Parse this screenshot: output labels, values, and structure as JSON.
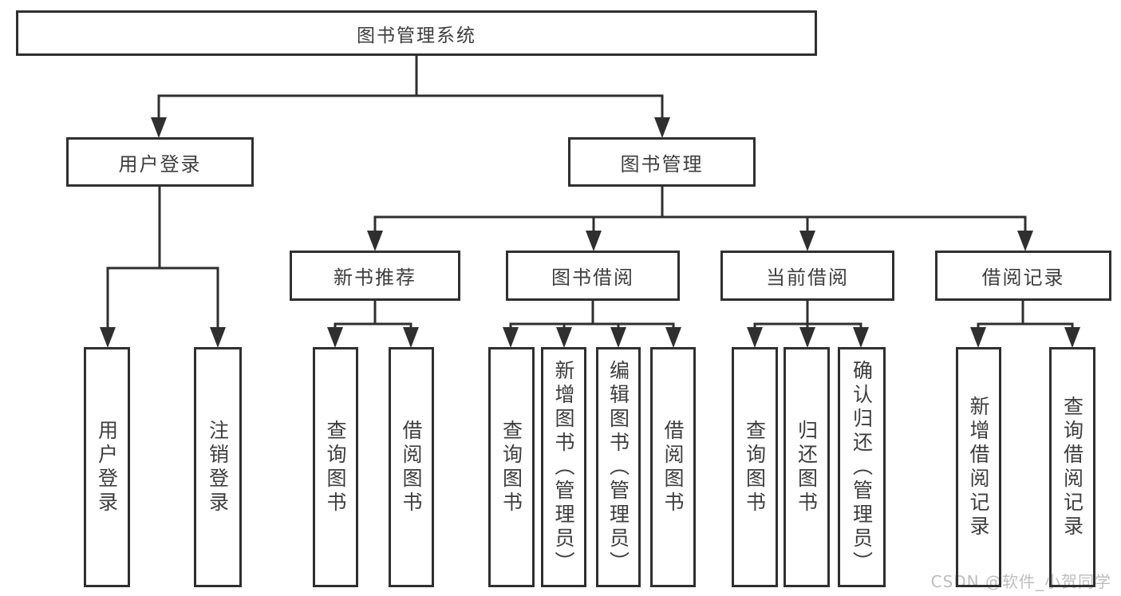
{
  "diagram": {
    "root": {
      "label": "图书管理系统"
    },
    "branches": [
      {
        "label": "用户登录",
        "children": [
          {
            "label": "用户登录"
          },
          {
            "label": "注销登录"
          }
        ]
      },
      {
        "label": "图书管理",
        "children": [
          {
            "label": "新书推荐",
            "children": [
              {
                "label": "查询图书"
              },
              {
                "label": "借阅图书"
              }
            ]
          },
          {
            "label": "图书借阅",
            "children": [
              {
                "label": "查询图书"
              },
              {
                "label": "新增图书（管理员）"
              },
              {
                "label": "编辑图书（管理员）"
              },
              {
                "label": "借阅图书"
              }
            ]
          },
          {
            "label": "当前借阅",
            "children": [
              {
                "label": "查询图书"
              },
              {
                "label": "归还图书"
              },
              {
                "label": "确认归还（管理员）"
              }
            ]
          },
          {
            "label": "借阅记录",
            "children": [
              {
                "label": "新增借阅记录"
              },
              {
                "label": "查询借阅记录"
              }
            ]
          }
        ]
      }
    ],
    "watermark": "CSDN @软件_小贺同学",
    "colors": {
      "line": "#2f2f2f",
      "text": "#3d3d3d",
      "watermark": "#bdbdbd",
      "background": "#ffffff"
    }
  }
}
